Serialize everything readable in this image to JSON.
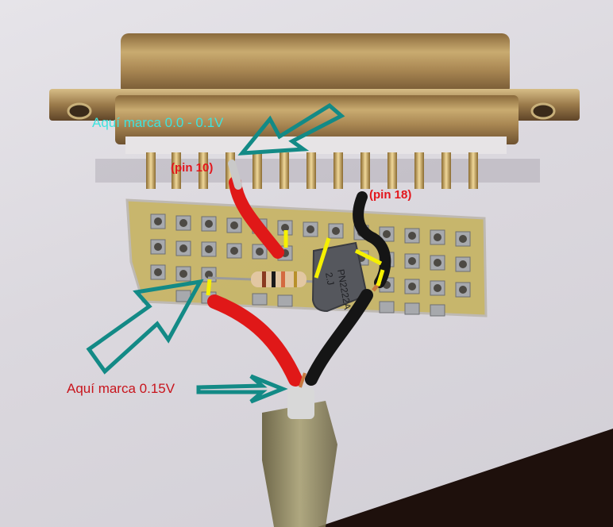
{
  "scene": {
    "description": "DB-25 connector with small perfboard circuit (transistor PN2222A and resistor), annotated voltage readings",
    "colors": {
      "background": "#dcd9de",
      "annotation_arrow": "#138a86",
      "annotation_cyan_text": "#3fe3de",
      "annotation_red_text": "#c8141c",
      "marker_yellow": "#f5f000",
      "wire_red": "#e01818",
      "wire_black": "#151515",
      "connector_metal": "#b7965a",
      "perfboard": "#c9b86a"
    }
  },
  "annotations": {
    "top_label": "Aquí marca 0.0 - 0.1V",
    "bottom_label": "Aquí marca 0.15V",
    "pin10_label": "(pin 10)",
    "pin18_label": "(pin 18)"
  },
  "components": {
    "transistor_marking_line1": "PN2222A",
    "transistor_marking_line2": "2.J",
    "connector_type": "DB-25"
  }
}
